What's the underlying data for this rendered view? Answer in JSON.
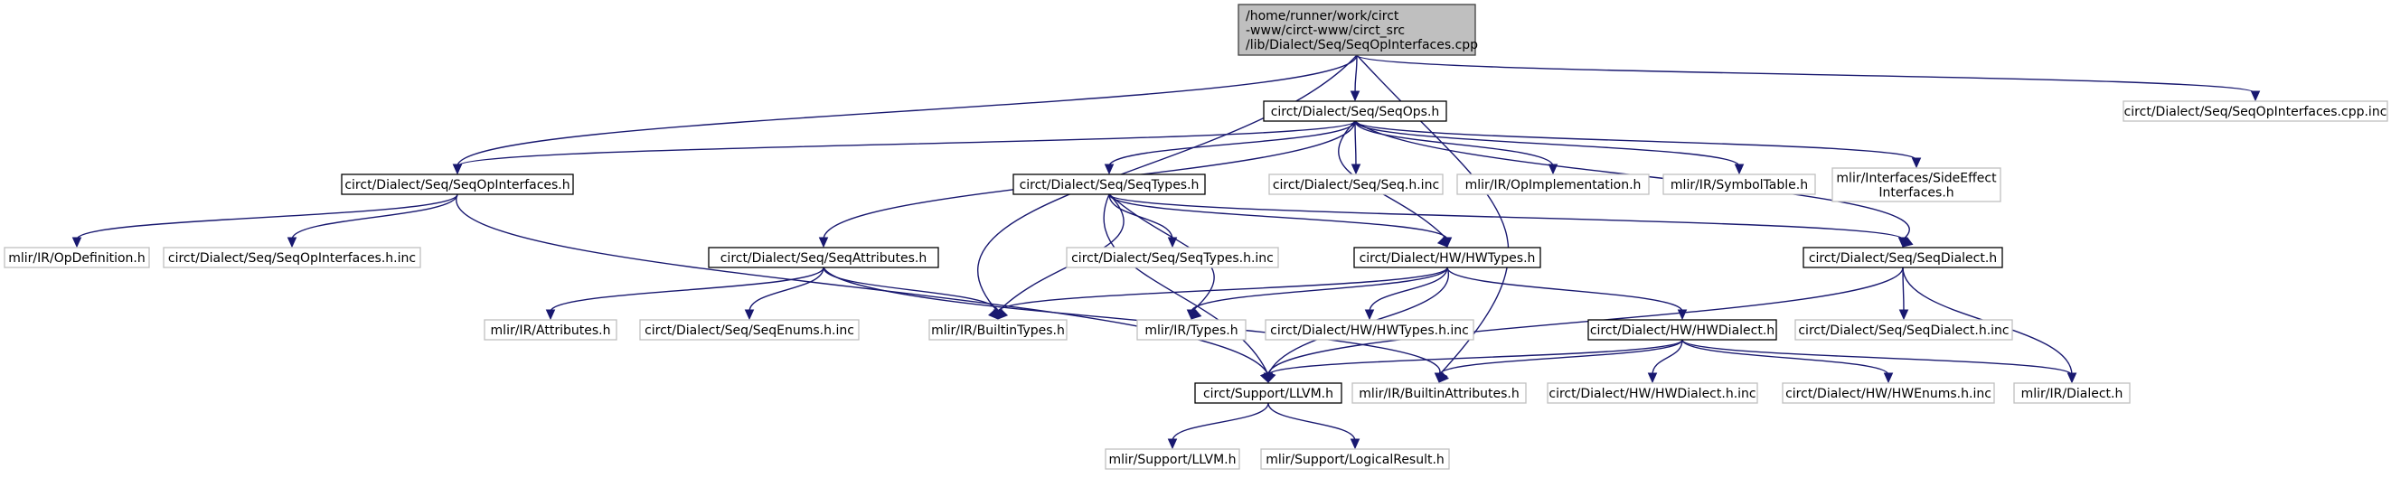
{
  "graph": {
    "colors": {
      "edge": "#191970",
      "root_fill": "#bfbfbf",
      "root_border": "#404040",
      "documented_border": "#000000",
      "undocumented_border": "#bfbfbf",
      "node_fill": "#ffffff"
    },
    "nodes": [
      {
        "id": "root",
        "label": [
          "/home/runner/work/circt",
          "-www/circt-www/circt_src",
          "/lib/Dialect/Seq/SeqOpInterfaces.cpp"
        ],
        "style": "root"
      },
      {
        "id": "seqops",
        "label": [
          "circt/Dialect/Seq/SeqOps.h"
        ],
        "style": "documented"
      },
      {
        "id": "seqopinterfaces_cpp_inc",
        "label": [
          "circt/Dialect/Seq/SeqOpInterfaces.cpp.inc"
        ],
        "style": "undocumented"
      },
      {
        "id": "seqopinterfaces_h",
        "label": [
          "circt/Dialect/Seq/SeqOpInterfaces.h"
        ],
        "style": "documented"
      },
      {
        "id": "seqtypes_h",
        "label": [
          "circt/Dialect/Seq/SeqTypes.h"
        ],
        "style": "documented"
      },
      {
        "id": "seq_h_inc",
        "label": [
          "circt/Dialect/Seq/Seq.h.inc"
        ],
        "style": "undocumented"
      },
      {
        "id": "opimplementation",
        "label": [
          "mlir/IR/OpImplementation.h"
        ],
        "style": "undocumented"
      },
      {
        "id": "symboltable",
        "label": [
          "mlir/IR/SymbolTable.h"
        ],
        "style": "undocumented"
      },
      {
        "id": "sideeffect",
        "label": [
          "mlir/Interfaces/SideEffect",
          "Interfaces.h"
        ],
        "style": "undocumented"
      },
      {
        "id": "opdefinition",
        "label": [
          "mlir/IR/OpDefinition.h"
        ],
        "style": "undocumented"
      },
      {
        "id": "seqopinterfaces_h_inc",
        "label": [
          "circt/Dialect/Seq/SeqOpInterfaces.h.inc"
        ],
        "style": "undocumented"
      },
      {
        "id": "seqattributes_h",
        "label": [
          "circt/Dialect/Seq/SeqAttributes.h"
        ],
        "style": "documented"
      },
      {
        "id": "seqtypes_h_inc",
        "label": [
          "circt/Dialect/Seq/SeqTypes.h.inc"
        ],
        "style": "undocumented"
      },
      {
        "id": "hwtypes_h",
        "label": [
          "circt/Dialect/HW/HWTypes.h"
        ],
        "style": "documented"
      },
      {
        "id": "seqdialect_h",
        "label": [
          "circt/Dialect/Seq/SeqDialect.h"
        ],
        "style": "documented"
      },
      {
        "id": "attributes",
        "label": [
          "mlir/IR/Attributes.h"
        ],
        "style": "undocumented"
      },
      {
        "id": "seqenums_h_inc",
        "label": [
          "circt/Dialect/Seq/SeqEnums.h.inc"
        ],
        "style": "undocumented"
      },
      {
        "id": "builtintypes",
        "label": [
          "mlir/IR/BuiltinTypes.h"
        ],
        "style": "undocumented"
      },
      {
        "id": "types",
        "label": [
          "mlir/IR/Types.h"
        ],
        "style": "undocumented"
      },
      {
        "id": "hwtypes_h_inc",
        "label": [
          "circt/Dialect/HW/HWTypes.h.inc"
        ],
        "style": "undocumented"
      },
      {
        "id": "hwdialect_h",
        "label": [
          "circt/Dialect/HW/HWDialect.h"
        ],
        "style": "documented"
      },
      {
        "id": "seqdialect_h_inc",
        "label": [
          "circt/Dialect/Seq/SeqDialect.h.inc"
        ],
        "style": "undocumented"
      },
      {
        "id": "support_llvm",
        "label": [
          "circt/Support/LLVM.h"
        ],
        "style": "documented"
      },
      {
        "id": "builtinattributes",
        "label": [
          "mlir/IR/BuiltinAttributes.h"
        ],
        "style": "undocumented"
      },
      {
        "id": "hwdialect_h_inc",
        "label": [
          "circt/Dialect/HW/HWDialect.h.inc"
        ],
        "style": "undocumented"
      },
      {
        "id": "hwenums_h_inc",
        "label": [
          "circt/Dialect/HW/HWEnums.h.inc"
        ],
        "style": "undocumented"
      },
      {
        "id": "mlir_dialect",
        "label": [
          "mlir/IR/Dialect.h"
        ],
        "style": "undocumented"
      },
      {
        "id": "mlir_support_llvm",
        "label": [
          "mlir/Support/LLVM.h"
        ],
        "style": "undocumented"
      },
      {
        "id": "logicalresult",
        "label": [
          "mlir/Support/LogicalResult.h"
        ],
        "style": "undocumented"
      }
    ],
    "edges": [
      [
        "root",
        "seqops"
      ],
      [
        "root",
        "seqopinterfaces_cpp_inc"
      ],
      [
        "root",
        "seqopinterfaces_h"
      ],
      [
        "root",
        "builtintypes"
      ],
      [
        "root",
        "builtinattributes"
      ],
      [
        "seqops",
        "seqopinterfaces_h"
      ],
      [
        "seqops",
        "seqtypes_h"
      ],
      [
        "seqops",
        "seqattributes_h"
      ],
      [
        "seqops",
        "hwtypes_h"
      ],
      [
        "seqops",
        "seq_h_inc"
      ],
      [
        "seqops",
        "opimplementation"
      ],
      [
        "seqops",
        "symboltable"
      ],
      [
        "seqops",
        "sideeffect"
      ],
      [
        "seqops",
        "seqdialect_h"
      ],
      [
        "seqopinterfaces_h",
        "opdefinition"
      ],
      [
        "seqopinterfaces_h",
        "seqopinterfaces_h_inc"
      ],
      [
        "seqopinterfaces_h",
        "support_llvm"
      ],
      [
        "seqtypes_h",
        "seqtypes_h_inc"
      ],
      [
        "seqtypes_h",
        "hwtypes_h"
      ],
      [
        "seqtypes_h",
        "seqdialect_h"
      ],
      [
        "seqtypes_h",
        "builtintypes"
      ],
      [
        "seqtypes_h",
        "types"
      ],
      [
        "seqtypes_h",
        "support_llvm"
      ],
      [
        "seqattributes_h",
        "attributes"
      ],
      [
        "seqattributes_h",
        "seqenums_h_inc"
      ],
      [
        "seqattributes_h",
        "builtintypes"
      ],
      [
        "seqattributes_h",
        "builtinattributes"
      ],
      [
        "hwtypes_h",
        "builtintypes"
      ],
      [
        "hwtypes_h",
        "types"
      ],
      [
        "hwtypes_h",
        "hwtypes_h_inc"
      ],
      [
        "hwtypes_h",
        "hwdialect_h"
      ],
      [
        "hwtypes_h",
        "support_llvm"
      ],
      [
        "seqdialect_h",
        "seqdialect_h_inc"
      ],
      [
        "seqdialect_h",
        "mlir_dialect"
      ],
      [
        "seqdialect_h",
        "support_llvm"
      ],
      [
        "hwdialect_h",
        "support_llvm"
      ],
      [
        "hwdialect_h",
        "builtinattributes"
      ],
      [
        "hwdialect_h",
        "hwdialect_h_inc"
      ],
      [
        "hwdialect_h",
        "hwenums_h_inc"
      ],
      [
        "hwdialect_h",
        "mlir_dialect"
      ],
      [
        "support_llvm",
        "mlir_support_llvm"
      ],
      [
        "support_llvm",
        "logicalresult"
      ]
    ]
  }
}
